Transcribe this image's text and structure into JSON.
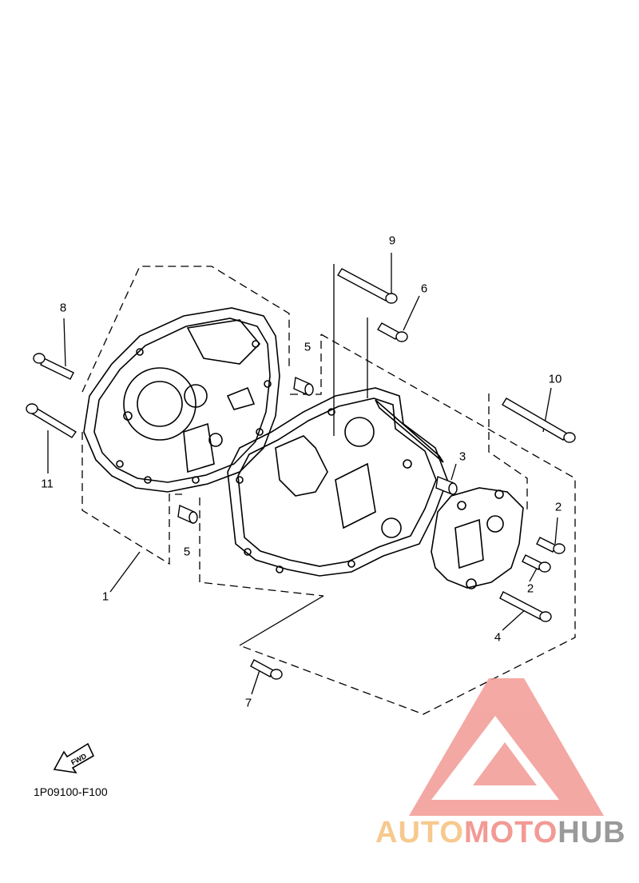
{
  "callouts": [
    {
      "id": "c1",
      "text": "1"
    },
    {
      "id": "c2a",
      "text": "2"
    },
    {
      "id": "c2b",
      "text": "2"
    },
    {
      "id": "c3",
      "text": "3"
    },
    {
      "id": "c4",
      "text": "4"
    },
    {
      "id": "c5a",
      "text": "5"
    },
    {
      "id": "c5b",
      "text": "5"
    },
    {
      "id": "c6",
      "text": "6"
    },
    {
      "id": "c7",
      "text": "7"
    },
    {
      "id": "c8",
      "text": "8"
    },
    {
      "id": "c9",
      "text": "9"
    },
    {
      "id": "c10",
      "text": "10"
    },
    {
      "id": "c11",
      "text": "11"
    }
  ],
  "fwd_label": "FWD",
  "ref_code": "1P09100-F100",
  "watermark": {
    "part1": "AUTO",
    "part2": "MOTO",
    "part3": "HUB",
    "colors": {
      "auto": "#f7c98e",
      "moto": "#f29a94",
      "hub": "#9a9a9a",
      "logo": "#f29a94"
    }
  }
}
